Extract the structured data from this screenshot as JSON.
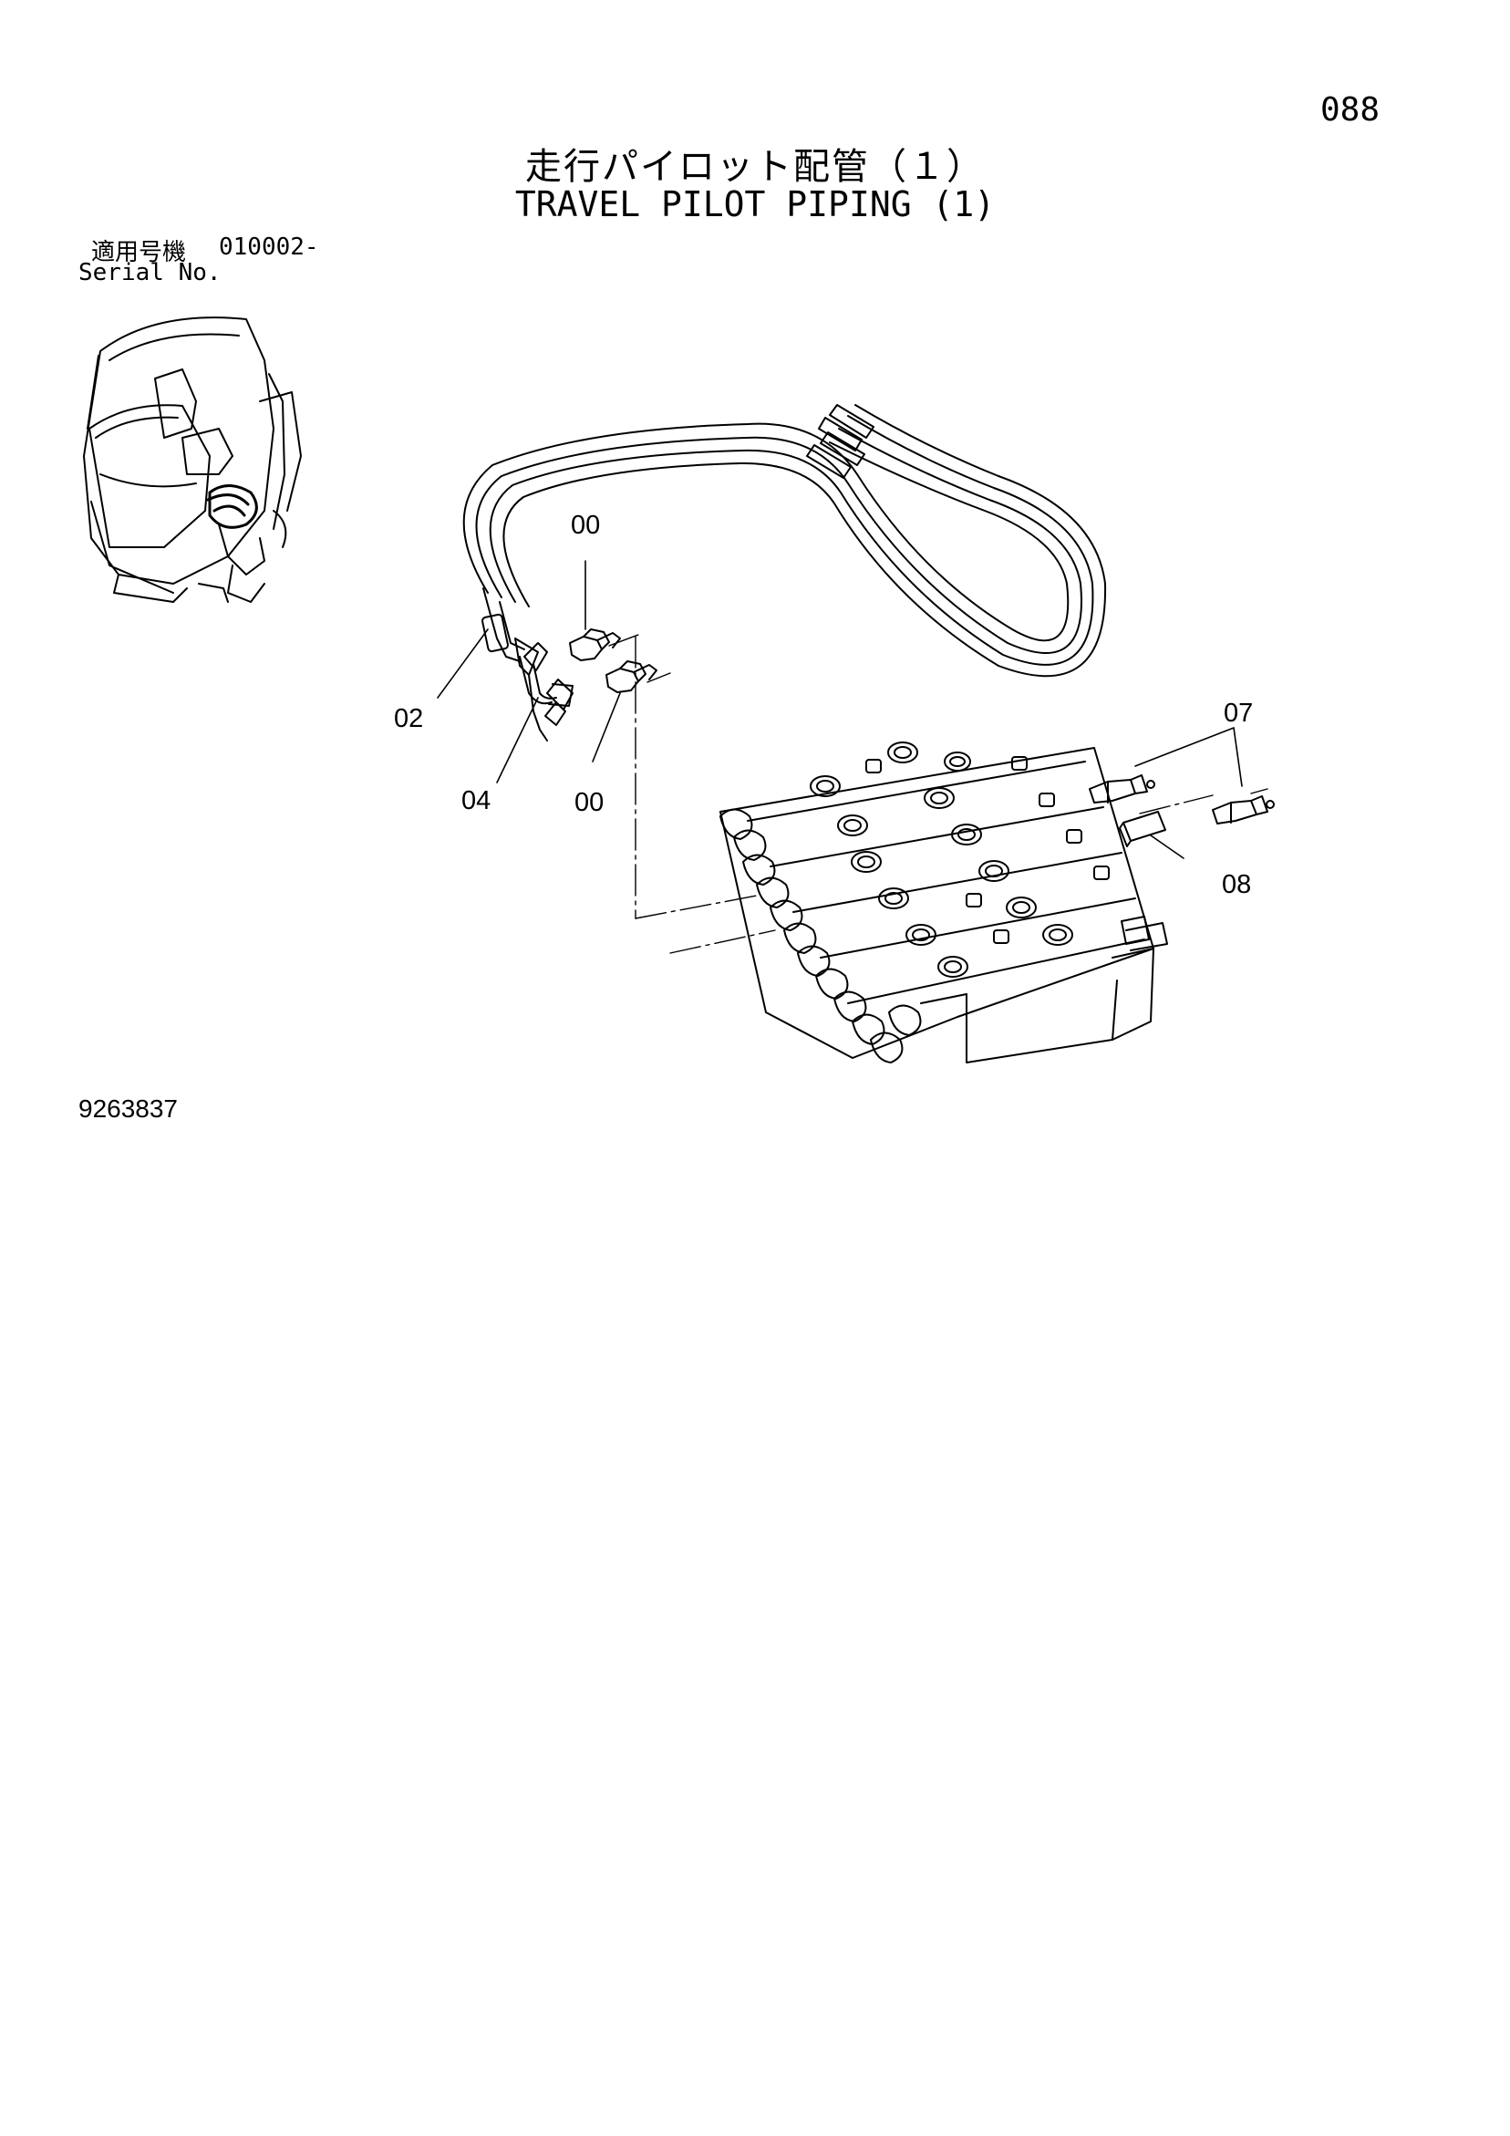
{
  "page": {
    "number": "088",
    "drawing_number": "9263837"
  },
  "title": {
    "japanese": "走行パイロット配管（１）",
    "english": "TRAVEL PILOT PIPING (1)"
  },
  "serial": {
    "label_jp": "適用号機",
    "range": "010002-",
    "label_en": "Serial No."
  },
  "callouts": [
    {
      "id": "callout-00-top",
      "label": "00"
    },
    {
      "id": "callout-02",
      "label": "02"
    },
    {
      "id": "callout-04",
      "label": "04"
    },
    {
      "id": "callout-00-bottom",
      "label": "00"
    },
    {
      "id": "callout-07",
      "label": "07"
    },
    {
      "id": "callout-08",
      "label": "08"
    }
  ],
  "colors": {
    "line": "#000000",
    "background": "#ffffff"
  }
}
